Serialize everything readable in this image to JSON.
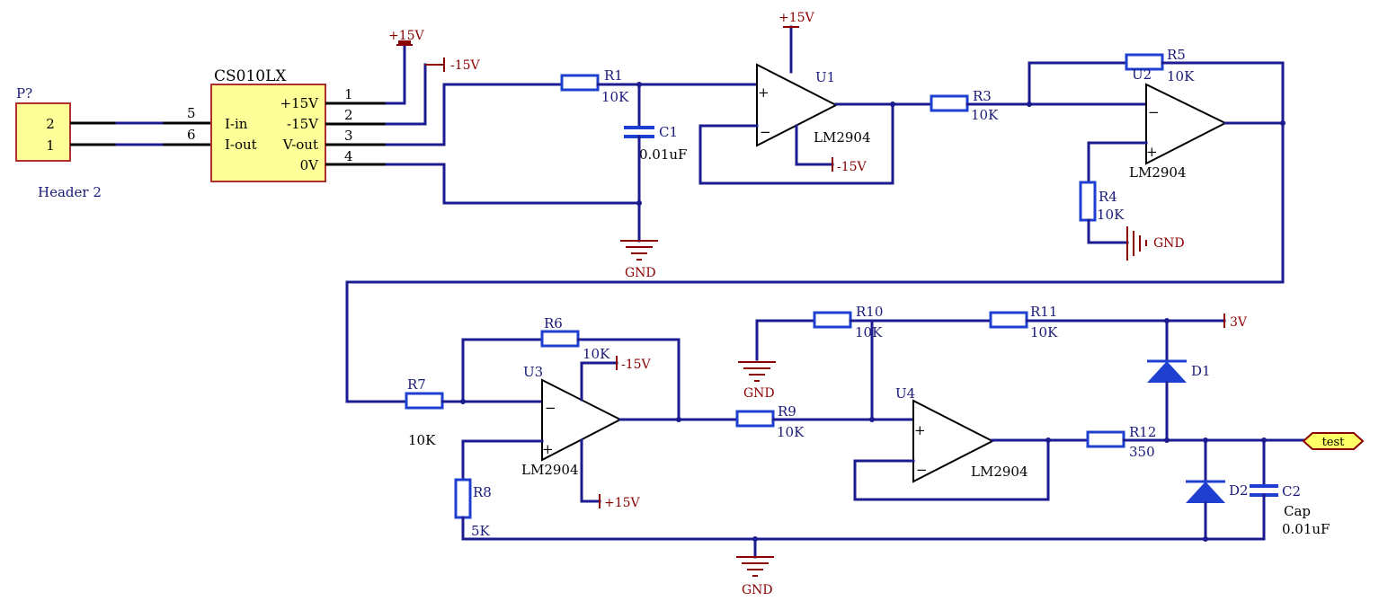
{
  "connector": {
    "ref": "P?",
    "name": "Header 2",
    "pins": [
      "2",
      "1"
    ]
  },
  "sensor": {
    "name": "CS010LX",
    "left_pin_nums": [
      "5",
      "6"
    ],
    "left_pin_labels": [
      "I-in",
      "I-out"
    ],
    "right_pin_labels": [
      "+15V",
      "-15V",
      "V-out",
      "0V"
    ],
    "right_pin_nums": [
      "1",
      "2",
      "3",
      "4"
    ]
  },
  "power": {
    "p15": "+15V",
    "m15": "-15V",
    "v3": "3V",
    "gnd": "GND"
  },
  "components": {
    "R1": {
      "ref": "R1",
      "value": "10K"
    },
    "C1": {
      "ref": "C1",
      "value": "0.01uF"
    },
    "U1": {
      "ref": "U1",
      "part": "LM2904"
    },
    "R3": {
      "ref": "R3",
      "value": "10K"
    },
    "R5": {
      "ref": "R5",
      "value": "10K"
    },
    "U2": {
      "ref": "U2",
      "part": "LM2904"
    },
    "R4": {
      "ref": "R4",
      "value": "10K"
    },
    "R6": {
      "ref": "R6",
      "value": "10K"
    },
    "R7": {
      "ref": "R7",
      "value": "10K"
    },
    "U3": {
      "ref": "U3",
      "part": "LM2904"
    },
    "R8": {
      "ref": "R8",
      "value": "5K"
    },
    "R9": {
      "ref": "R9",
      "value": "10K"
    },
    "R10": {
      "ref": "R10",
      "value": "10K"
    },
    "R11": {
      "ref": "R11",
      "value": "10K"
    },
    "U4": {
      "ref": "U4",
      "part": "LM2904"
    },
    "R12": {
      "ref": "R12",
      "value": "350"
    },
    "D1": {
      "ref": "D1"
    },
    "D2": {
      "ref": "D2"
    },
    "C2": {
      "ref": "C2",
      "name": "Cap",
      "value": "0.01uF"
    }
  },
  "opamp_signs": {
    "plus": "+",
    "minus": "−"
  },
  "net_port": {
    "label": "test"
  }
}
